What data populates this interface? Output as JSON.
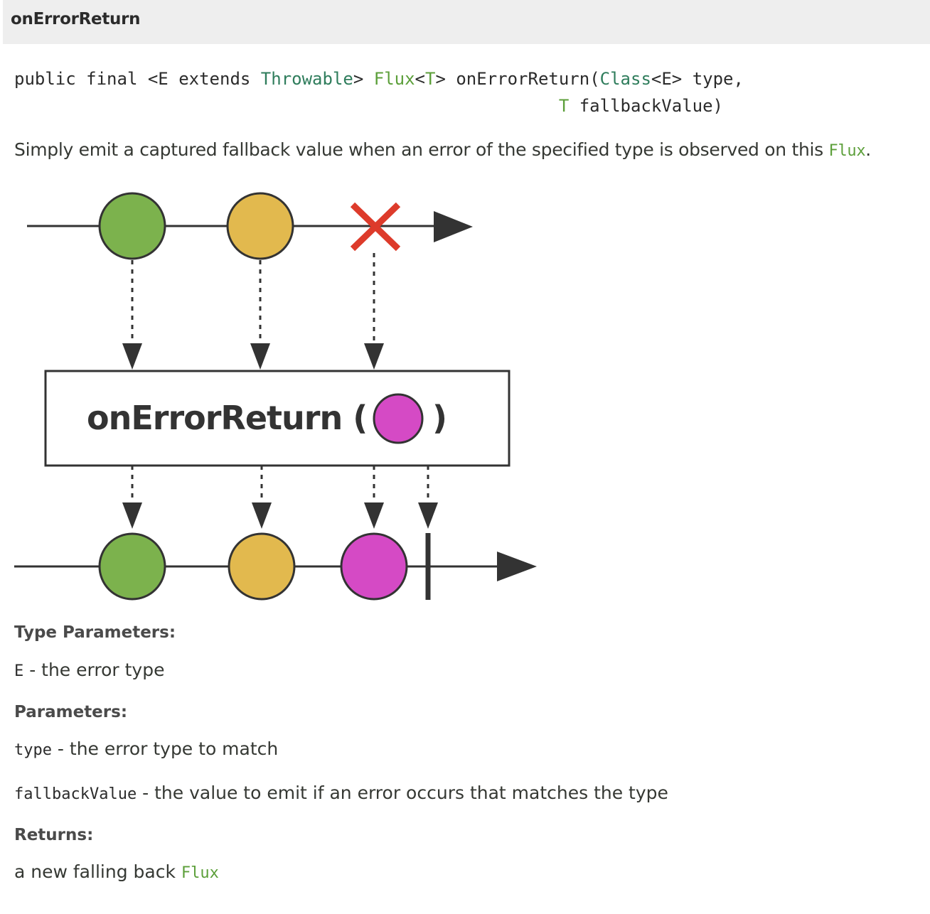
{
  "header": {
    "title": "onErrorReturn"
  },
  "signature": {
    "kw": "public final ",
    "generic_open": "<E extends ",
    "throwable": "Throwable",
    "generic_close": "> ",
    "flux": "Flux",
    "lt": "<",
    "t": "T",
    "gt": ">",
    "method": " onErrorReturn(",
    "class": "Class",
    "class_generic": "<E> type,",
    "indent": "                                                     ",
    "t2": "T",
    "rest": " fallbackValue)"
  },
  "description": {
    "text": "Simply emit a captured fallback value when an error of the specified type is observed on this ",
    "link": "Flux",
    "end": "."
  },
  "diagram": {
    "operator_label": "onErrorReturn (",
    "operator_close": ")",
    "colors": {
      "green": "#7cb24d",
      "yellow": "#e2b94e",
      "magenta": "#d54ac5",
      "error": "#dd3b2b",
      "stroke": "#333333"
    }
  },
  "type_parameters": {
    "heading": "Type Parameters:",
    "items": [
      {
        "name": "E",
        "desc": " - the error type"
      }
    ]
  },
  "parameters": {
    "heading": "Parameters:",
    "items": [
      {
        "name": "type",
        "desc": " - the error type to match"
      },
      {
        "name": "fallbackValue",
        "desc": " - the value to emit if an error occurs that matches the type"
      }
    ]
  },
  "returns": {
    "heading": "Returns:",
    "text": "a new falling back ",
    "link": "Flux"
  }
}
